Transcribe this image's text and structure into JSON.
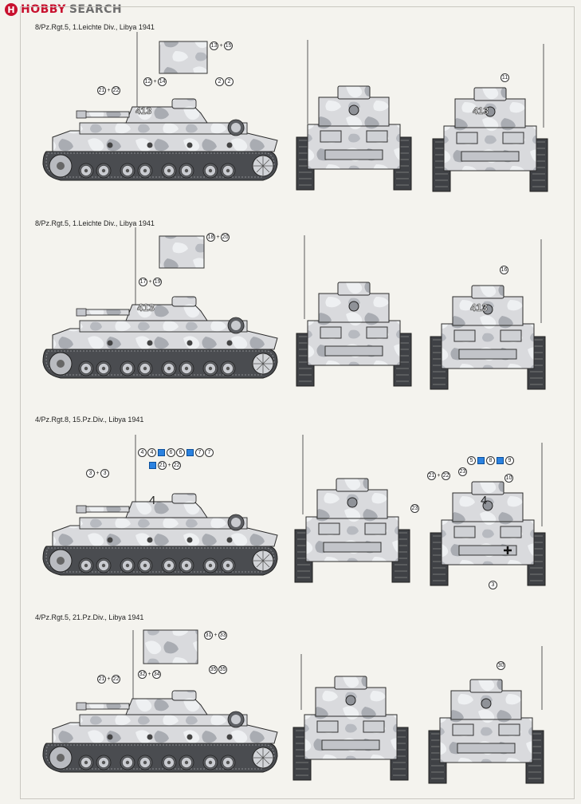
{
  "watermark": {
    "logo": "H",
    "word1": "HOBBY",
    "word2": "SEARCH"
  },
  "schemes": [
    {
      "caption": "8/Pz.Rgt.5, 1.Leichte Div., Libya 1941",
      "turret_number": "413",
      "callouts": [
        "13+15",
        "21+22",
        "12+14",
        "2 2",
        "11"
      ]
    },
    {
      "caption": "8/Pz.Rgt.5, 1.Leichte Div., Libya 1941",
      "turret_number": "413",
      "callouts": [
        "18+20",
        "17+19",
        "16"
      ]
    },
    {
      "caption": "4/Pz.Rgt.8, 15.Pz.Div., Libya 1941",
      "turret_number": "4",
      "callouts": [
        "3+3",
        "4 4 6 6 7 7",
        "21+22",
        "21+22",
        "23",
        "5 8 9",
        "10",
        "23",
        "3"
      ]
    },
    {
      "caption": "4/Pz.Rgt.5, 21.Pz.Div., Libya 1941",
      "turret_number": "",
      "callouts": [
        "31+33",
        "21+22",
        "32+34",
        "35 35",
        "30"
      ]
    }
  ],
  "colors": {
    "camo_base": "#d9dadd",
    "camo_light": "#eef0f2",
    "camo_dark": "#8e9197",
    "outline": "#2b2b2b",
    "decal_blue": "#2b82e0"
  }
}
